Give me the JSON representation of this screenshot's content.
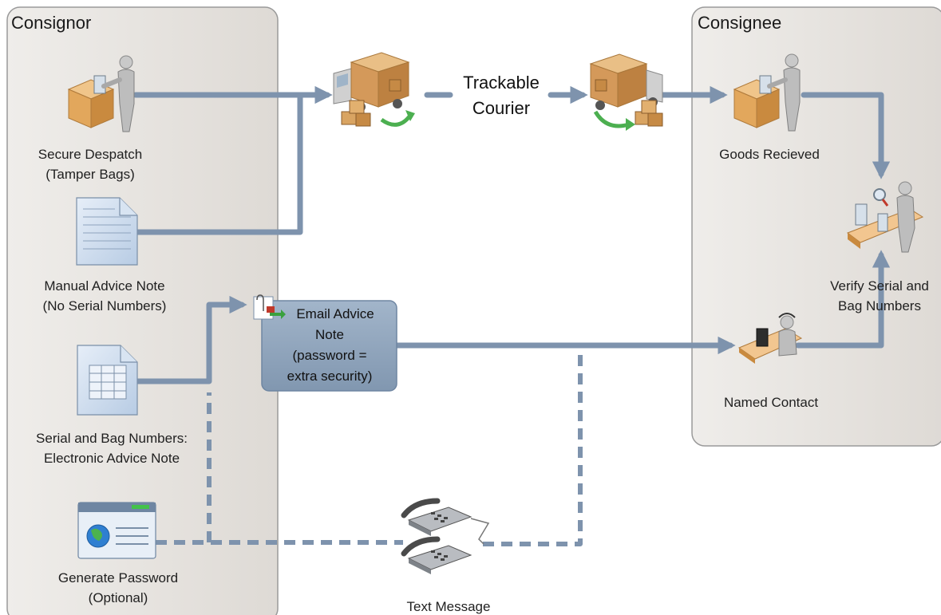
{
  "lanes": {
    "consignor": "Consignor",
    "consignee": "Consignee"
  },
  "nodes": {
    "secure_despatch": [
      "Secure Despatch",
      "(Tamper Bags)"
    ],
    "manual_advice": [
      "Manual Advice Note",
      "(No Serial Numbers)"
    ],
    "serial_bag": [
      "Serial and Bag Numbers:",
      "Electronic Advice Note"
    ],
    "generate_password": [
      "Generate Password",
      "(Optional)"
    ],
    "trackable_courier": [
      "Trackable",
      "Courier"
    ],
    "email_advice": [
      "Email Advice",
      "Note",
      "(password =",
      "extra security)"
    ],
    "text_message": "Text Message",
    "goods_received": "Goods Recieved",
    "verify": [
      "Verify Serial and",
      "Bag Numbers"
    ],
    "named_contact": "Named Contact"
  },
  "colors": {
    "connector": "#7e93ad",
    "lane_fill": "#e7e4e0",
    "lane_stroke": "#9a9a9a",
    "email_box": "#8fa5bd"
  }
}
